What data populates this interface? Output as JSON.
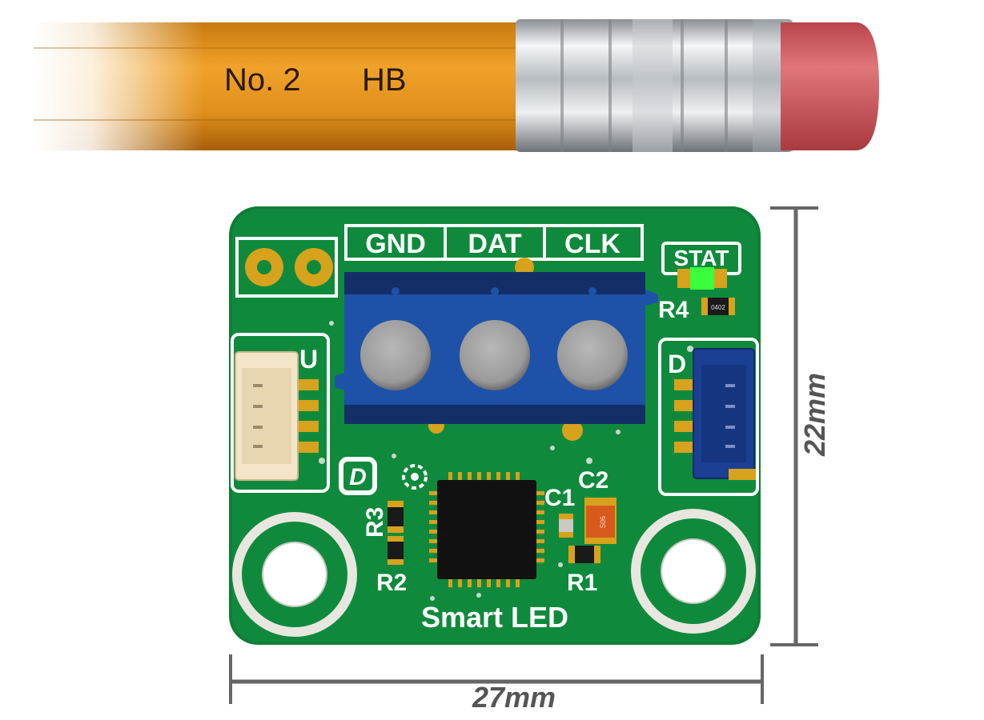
{
  "pencil": {
    "imprint_grade": "No. 2",
    "imprint_hardness": "HB"
  },
  "board": {
    "terminal_labels": [
      "GND",
      "DAT",
      "CLK"
    ],
    "status_label": "STAT",
    "connector_up_label": "U",
    "connector_down_label": "D",
    "component_labels": {
      "r1": "R1",
      "r2": "R2",
      "r3": "R3",
      "r4": "R4",
      "c1": "C1",
      "c2": "C2"
    },
    "board_name": "Smart LED",
    "logo_mark": "D",
    "resistor_marking": "0402",
    "cap_marking": "506",
    "colors": {
      "pcb": "#0f8a3c",
      "terminal_block": "#1c4fa3",
      "status_led": "#39ff3c",
      "pad_gold": "#d7a21c"
    }
  },
  "dimensions": {
    "width": "27mm",
    "height": "22mm"
  }
}
